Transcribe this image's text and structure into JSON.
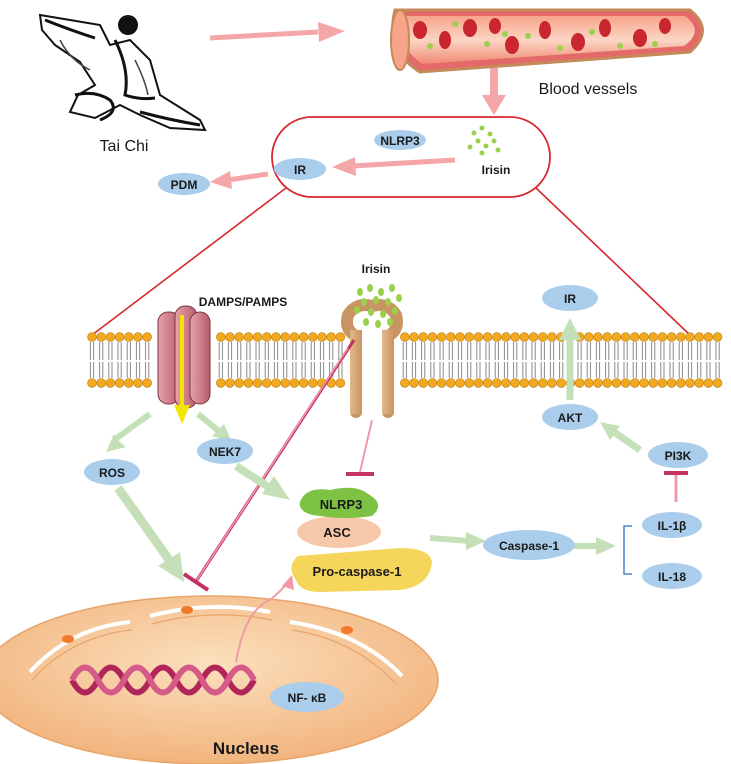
{
  "top": {
    "tai_chi": "Tai Chi",
    "blood_vessels": "Blood vessels"
  },
  "zoom": {
    "nlrp3": "NLRP3",
    "irisin": "Irisin",
    "ir": "IR",
    "pdm": "PDM"
  },
  "membrane": {
    "irisin": "Irisin",
    "damps": "DAMPS/PAMPS"
  },
  "nodes": {
    "ir": "IR",
    "akt": "AKT",
    "pi3k": "PI3K",
    "ros": "ROS",
    "nek7": "NEK7",
    "nlrp3": "NLRP3",
    "asc": "ASC",
    "pro_caspase": "Pro-caspase-1",
    "caspase": "Caspase-1",
    "il1b": "IL-1β",
    "il18": "IL-18",
    "nfkb": "NF- κB",
    "nucleus": "Nucleus"
  },
  "colors": {
    "bubble": "#a9cdea",
    "pink_arrow": "#f4a6a8",
    "green_arrow": "#c5e0b8",
    "inhibit": "#c2335f",
    "membrane_head": "#f0a920",
    "vessel": "#e05c5c",
    "nucleus": "#f5c89a"
  }
}
